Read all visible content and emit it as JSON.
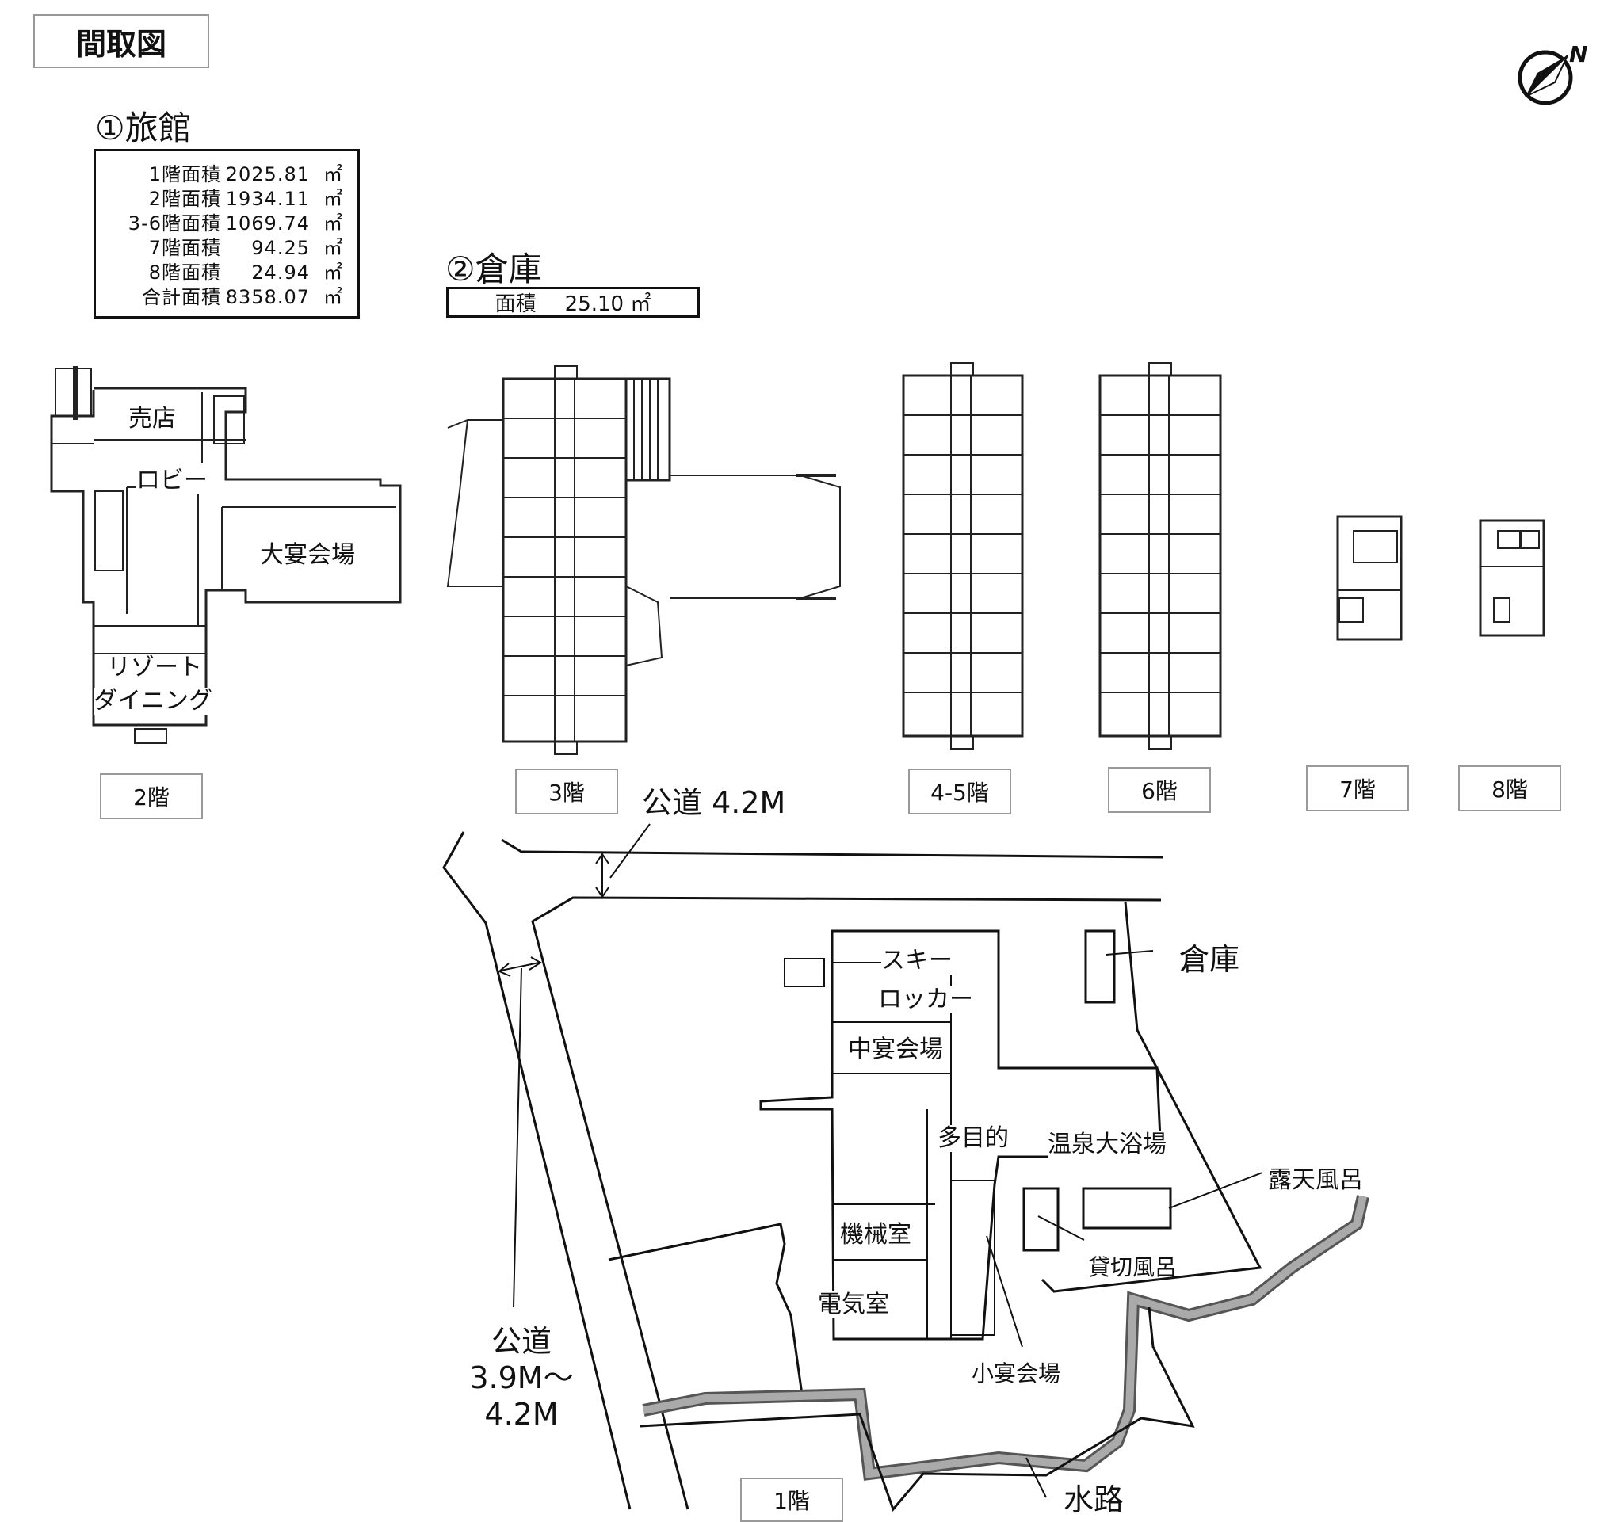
{
  "header": {
    "title": "間取図"
  },
  "ryokan": {
    "heading": "①旅館",
    "areas": [
      {
        "label": "1階面積",
        "value": "2025.81",
        "unit": "㎡"
      },
      {
        "label": "2階面積",
        "value": "1934.11",
        "unit": "㎡"
      },
      {
        "label": "3-6階面積",
        "value": "1069.74",
        "unit": "㎡"
      },
      {
        "label": "7階面積",
        "value": "94.25",
        "unit": "㎡"
      },
      {
        "label": "8階面積",
        "value": "24.94",
        "unit": "㎡"
      },
      {
        "label": "合計面積",
        "value": "8358.07",
        "unit": "㎡"
      }
    ]
  },
  "warehouse": {
    "heading": "②倉庫",
    "area_label": "面積",
    "area_value": "25.10 ㎡"
  },
  "floors": {
    "f2": "2階",
    "f3": "3階",
    "f45": "4-5階",
    "f6": "6階",
    "f7": "7階",
    "f8": "8階",
    "f1": "1階"
  },
  "rooms2f": {
    "shop": "売店",
    "lobby": "ロビー",
    "banquet": "大宴会場",
    "dining1": "リゾート",
    "dining2": "ダイニング"
  },
  "rooms1f": {
    "ski1": "スキー",
    "ski2": "ロッカー",
    "mid_banquet": "中宴会場",
    "multi": "多目的",
    "bath": "温泉大浴場",
    "machine": "機械室",
    "electric": "電気室",
    "small_banquet": "小宴会場",
    "private_bath": "貸切風呂",
    "outdoor_bath": "露天風呂",
    "warehouse": "倉庫",
    "waterway": "水路"
  },
  "roads": {
    "north": "公道  4.2M",
    "west_1": "公道",
    "west_2": "3.9M〜",
    "west_3": "4.2M"
  },
  "compass": {
    "label": "N"
  }
}
